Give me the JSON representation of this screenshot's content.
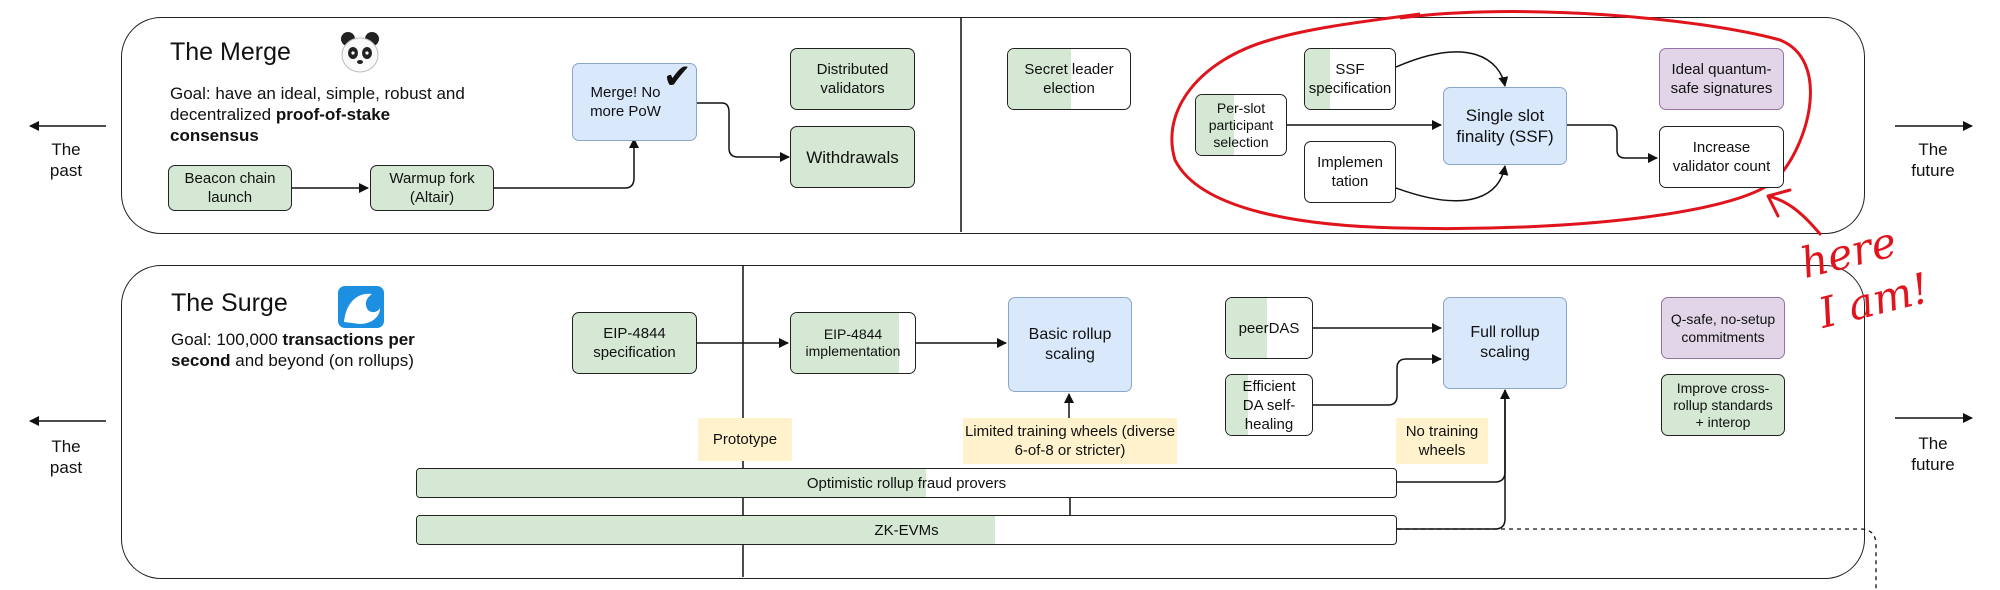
{
  "nav": {
    "past_label": "The\npast",
    "future_label": "The\nfuture"
  },
  "merge": {
    "title": "The Merge",
    "goal_prefix": "Goal: have an ideal, simple, robust and decentralized ",
    "goal_bold": "proof-of-stake consensus",
    "icon": "panda-icon",
    "boxes": {
      "beacon": "Beacon chain launch",
      "altair": "Warmup fork (Altair)",
      "merge": "Merge! No more PoW",
      "distributed": "Distributed validators",
      "withdrawals": "Withdrawals",
      "secret_leader": "Secret leader election",
      "ssf_spec": "SSF specification",
      "per_slot": "Per-slot participant selection",
      "implementation": "Implemen tation",
      "ssf": "Single slot finality (SSF)",
      "quantum": "Ideal quantum-safe signatures",
      "validator_count": "Increase validator count"
    }
  },
  "surge": {
    "title": "The Surge",
    "goal_prefix": "Goal: 100,000 ",
    "goal_bold": "transactions per second",
    "goal_suffix": " and beyond (on rollups)",
    "icon": "wave-icon",
    "boxes": {
      "eip_spec": "EIP-4844 specification",
      "eip_impl": "EIP-4844 implementation",
      "basic_rollup": "Basic rollup scaling",
      "peerdas": "peerDAS",
      "efficient_da": "Efficient DA self-healing",
      "full_rollup": "Full rollup scaling",
      "qsafe": "Q-safe, no-setup commitments",
      "interop": "Improve cross-rollup standards + interop"
    },
    "tags": {
      "prototype": "Prototype",
      "limited": "Limited training wheels (diverse 6-of-8 or stricter)",
      "no_training": "No training wheels"
    },
    "bars": {
      "optimistic": "Optimistic rollup fraud provers",
      "zkevm": "ZK-EVMs"
    },
    "progress": {
      "optimistic": 0.52,
      "zkevm": 0.59
    }
  },
  "annotation": {
    "text_line1": "here",
    "text_line2": "I am!"
  },
  "colors": {
    "done_green": "#d5e8d4",
    "active_blue": "#dae8fc",
    "research_purple": "#e1d5e7",
    "wheels_yellow": "#fff2cc",
    "annotation_red": "#e0141c"
  }
}
